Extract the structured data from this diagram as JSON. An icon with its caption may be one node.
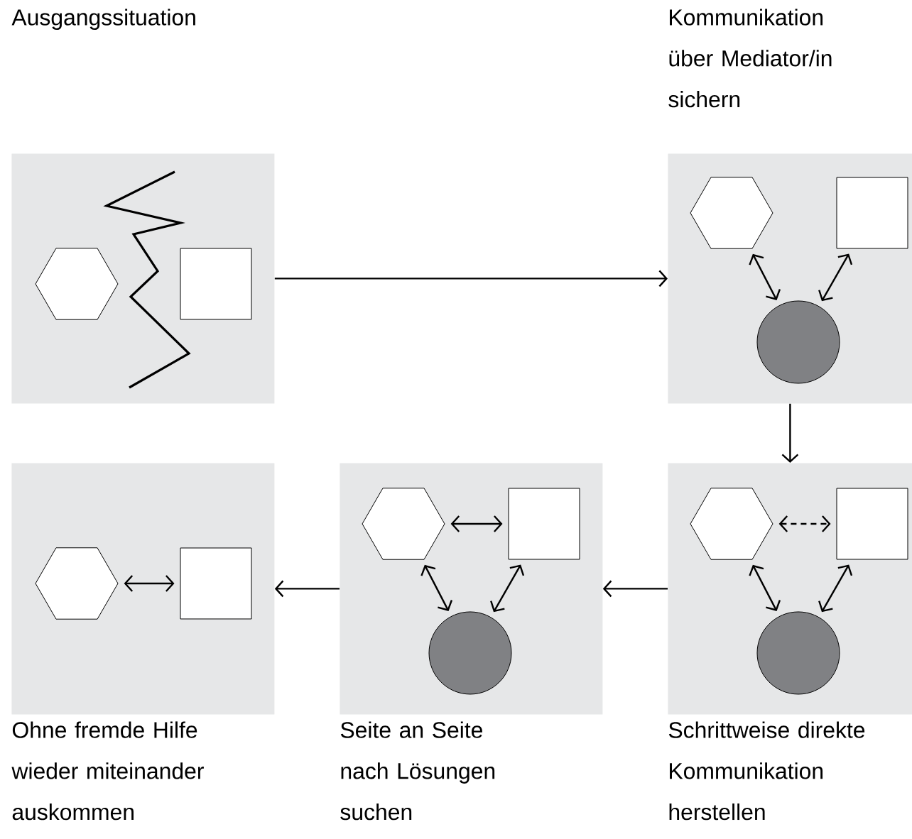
{
  "diagram": {
    "nodes": [
      {
        "text": [],
        "shape": "box"
      },
      {
        "text": [],
        "shape": "hexagon",
        "in": 0
      },
      {
        "text": [],
        "shape": "box",
        "in": 0
      },
      {
        "text": [],
        "shape": "box"
      },
      {
        "text": [],
        "shape": "hexagon",
        "in": 3
      },
      {
        "text": [],
        "shape": "box",
        "in": 3
      },
      {
        "text": [],
        "shape": "circle",
        "in": 3
      },
      {
        "text": [],
        "shape": "box"
      },
      {
        "text": [],
        "shape": "hexagon",
        "in": 7
      },
      {
        "text": [],
        "shape": "box",
        "in": 7
      },
      {
        "text": [],
        "shape": "box"
      },
      {
        "text": [],
        "shape": "hexagon",
        "in": 10
      },
      {
        "text": [],
        "shape": "box",
        "in": 10
      },
      {
        "text": [],
        "shape": "circle",
        "in": 10
      },
      {
        "text": [],
        "shape": "box"
      },
      {
        "text": [],
        "shape": "hexagon",
        "in": 14
      },
      {
        "text": [],
        "shape": "box",
        "in": 14
      },
      {
        "text": [],
        "shape": "circle",
        "in": 14
      }
    ],
    "edges": [
      {
        "from": 0,
        "to": 3,
        "arrow": "to"
      },
      {
        "from": 3,
        "to": 14,
        "arrow": "to"
      },
      {
        "from": 14,
        "to": 10,
        "arrow": "to"
      },
      {
        "from": 10,
        "to": 7,
        "arrow": "to"
      },
      {
        "from": 4,
        "to": 6,
        "arrow": "both"
      },
      {
        "from": 5,
        "to": 6,
        "arrow": "both"
      },
      {
        "from": 15,
        "to": 16,
        "arrow": "both",
        "style": "dashed"
      },
      {
        "from": 15,
        "to": 17,
        "arrow": "both"
      },
      {
        "from": 16,
        "to": 17,
        "arrow": "both"
      },
      {
        "from": 11,
        "to": 12,
        "arrow": "both"
      },
      {
        "from": 11,
        "to": 13,
        "arrow": "both"
      },
      {
        "from": 12,
        "to": 13,
        "arrow": "both"
      },
      {
        "from": 8,
        "to": 9,
        "arrow": "both"
      }
    ],
    "labels": [
      "Ausgangssituation",
      "Kommunikation über Mediator/in sichern",
      "Ohne fremde Hilfe wieder miteinander auskommen",
      "Seite an Seite nach Lösungen suchen",
      "Schrittweise direkte Kommunikation herstellen"
    ]
  }
}
